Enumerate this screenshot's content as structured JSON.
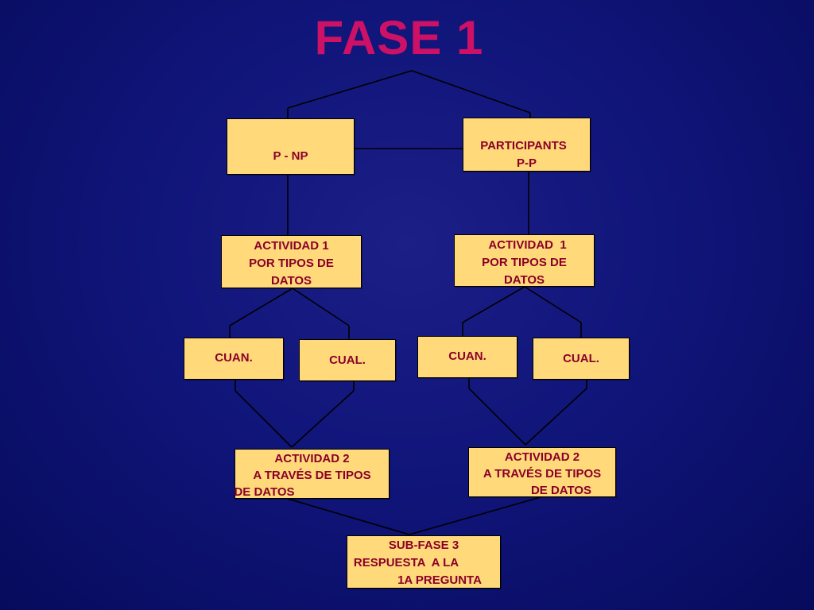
{
  "title": "FASE 1",
  "colors": {
    "box_fill": "#FFD97A",
    "box_text": "#8B0029",
    "title_text": "#CC1166",
    "line": "#000000"
  },
  "boxes": {
    "pnp": {
      "lines": [
        "P - NP"
      ]
    },
    "participants": {
      "lines": [
        "PARTICIPANTS",
        "P-P"
      ]
    },
    "act1_left": {
      "lines": [
        "ACTIVIDAD 1",
        "POR TIPOS DE",
        "DATOS"
      ]
    },
    "act1_right": {
      "lines": [
        "ACTIVIDAD  1",
        "POR TIPOS DE",
        "DATOS"
      ]
    },
    "cuan_left": {
      "lines": [
        "CUAN."
      ]
    },
    "cual_left": {
      "lines": [
        "CUAL."
      ]
    },
    "cuan_right": {
      "lines": [
        "CUAN."
      ]
    },
    "cual_right": {
      "lines": [
        "CUAL."
      ]
    },
    "act2_left": {
      "lines": [
        "ACTIVIDAD 2",
        "A TRAVÉS DE TIPOS",
        "DE DATOS"
      ]
    },
    "act2_right": {
      "lines": [
        "ACTIVIDAD 2",
        "A TRAVÉS DE TIPOS",
        "DE DATOS"
      ]
    },
    "subfase3": {
      "lines": [
        "SUB-FASE 3",
        "RESPUESTA  A LA",
        "1A PREGUNTA"
      ]
    }
  }
}
